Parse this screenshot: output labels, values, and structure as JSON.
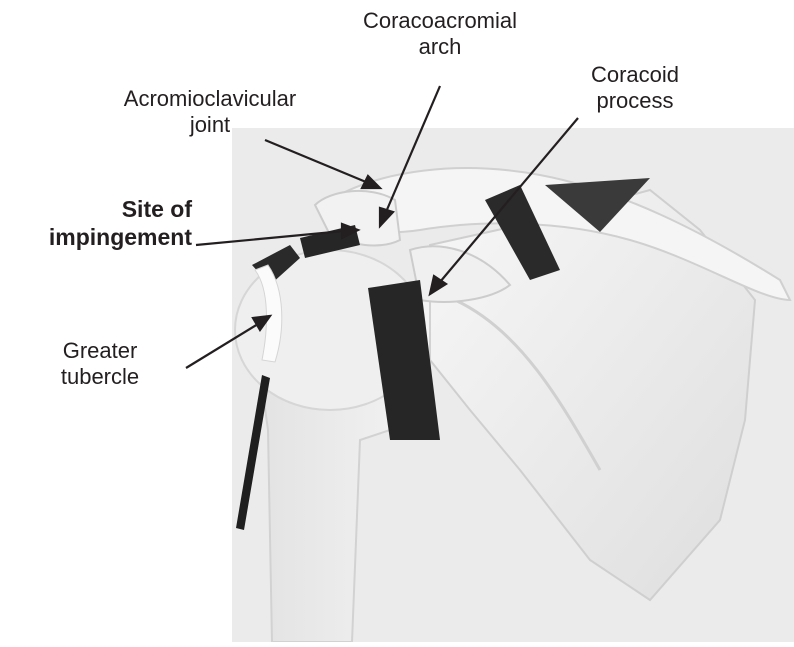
{
  "labels": {
    "coracoacromial_arch": [
      "Coracoacromial",
      "arch"
    ],
    "acromioclavicular_joint": [
      "Acromioclavicular",
      "joint"
    ],
    "coracoid_process": [
      "Coracoid",
      "process"
    ],
    "site_of_impingement": [
      "Site of",
      "impingement"
    ],
    "greater_tubercle": [
      "Greater",
      "tubercle"
    ]
  },
  "colors": {
    "text": "#231f20",
    "bone": "#ececec",
    "band": "#262626",
    "background": "#ffffff"
  }
}
